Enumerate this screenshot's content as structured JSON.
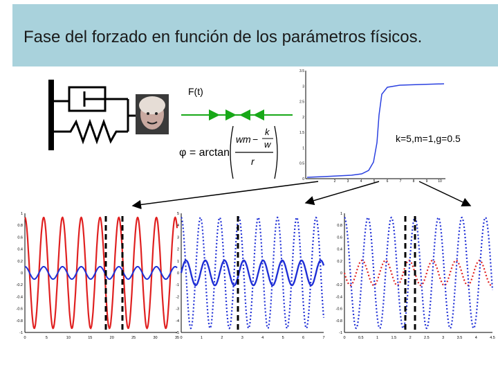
{
  "slide": {
    "title": "Fase del forzado en función de los parámetros físicos."
  },
  "force_label": "F(t)",
  "params_label": "k=5,m=1,g=0.5",
  "formula": {
    "lhs": "φ = arctan",
    "w": "w",
    "m": "m",
    "minus": "−",
    "k": "k",
    "den_w": "w",
    "r": "r"
  },
  "colors": {
    "title_band": "#a9d2dc",
    "red": "#e02020",
    "blue": "#1f2fd6",
    "green": "#18a818",
    "phase_curve": "#2a40e0"
  },
  "phase_plot": {
    "x_ticks": [
      "2",
      "3",
      "4",
      "5",
      "6",
      "7",
      "8",
      "9",
      "10"
    ],
    "y_ticks": [
      "3.5",
      "3",
      "2.5",
      "2",
      "1.5",
      "1",
      "0.5",
      "0"
    ]
  },
  "panels": [
    {
      "y_ticks": [
        "1",
        "0.8",
        "0.6",
        "0.4",
        "0.2",
        "0",
        "-0.2",
        "-0.4",
        "-0.6",
        "-0.8",
        "-1"
      ],
      "x_ticks": [
        "0",
        "5",
        "10",
        "15",
        "20",
        "25",
        "30",
        "35"
      ]
    },
    {
      "y_ticks": [
        "5",
        "4",
        "3",
        "2",
        "1",
        "0",
        "-1",
        "-2",
        "-3",
        "-4",
        "-5"
      ],
      "x_ticks": [
        "0",
        "1",
        "2",
        "3",
        "4",
        "5",
        "6",
        "7"
      ]
    },
    {
      "y_ticks": [
        "1",
        "0.8",
        "0.6",
        "0.4",
        "0.2",
        "0",
        "-0.2",
        "-0.4",
        "-0.6",
        "-0.8",
        "-1"
      ],
      "x_ticks": [
        "0",
        "0.5",
        "1",
        "1.5",
        "2",
        "2.5",
        "3",
        "3.5",
        "4",
        "4.5"
      ]
    }
  ]
}
